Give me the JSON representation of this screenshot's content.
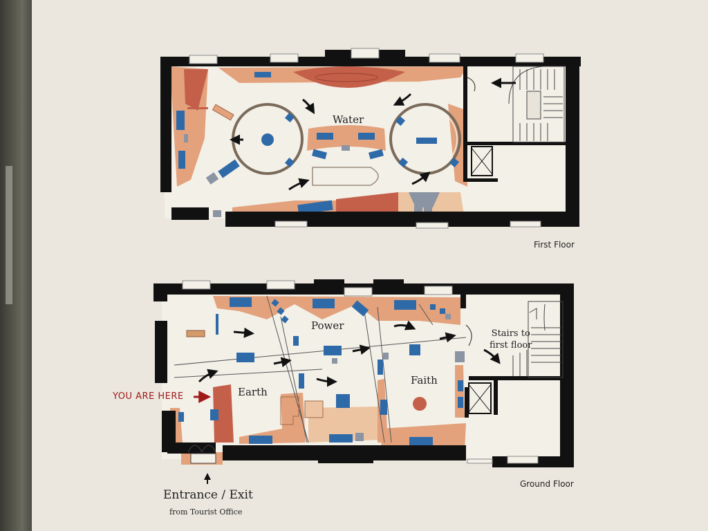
{
  "first_floor": {
    "caption": "First Floor",
    "rooms": {
      "water": "Water"
    }
  },
  "ground_floor": {
    "caption": "Ground Floor",
    "rooms": {
      "power": "Power",
      "earth": "Earth",
      "faith": "Faith"
    },
    "stairs_line1": "Stairs to",
    "stairs_line2": "first floor"
  },
  "you_are_here": "YOU ARE HERE",
  "entrance": {
    "title": "Entrance / Exit",
    "subtitle": "from Tourist Office"
  },
  "colors": {
    "wall": "#111111",
    "salmon": "#e3a27c",
    "rust": "#c4604a",
    "peach": "#edc4a2",
    "blue": "#2f6aa8",
    "grey": "#8a94a2",
    "floor": "#f3f0e8",
    "here_red": "#a01a1a"
  }
}
